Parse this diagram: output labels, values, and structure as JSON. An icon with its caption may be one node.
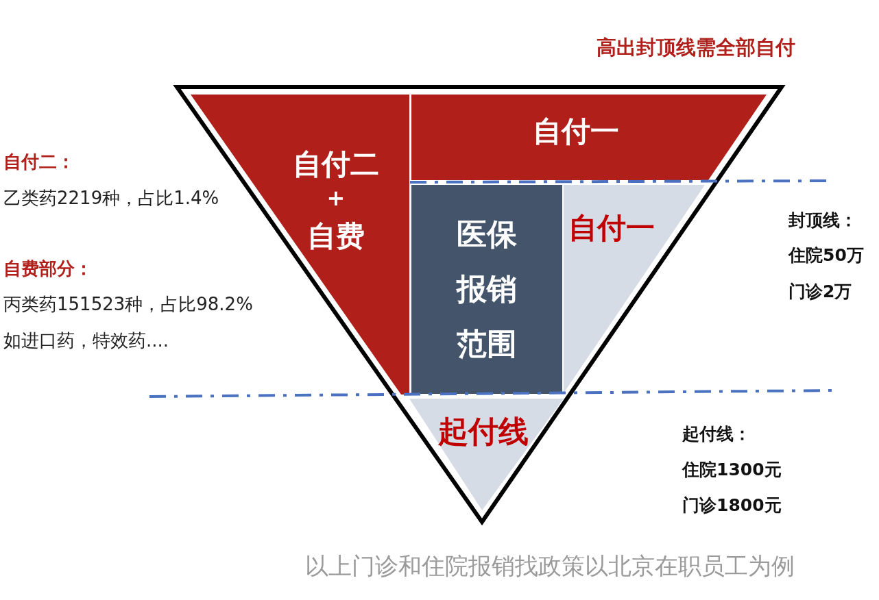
{
  "diagram": {
    "nodes": [
      {
        "text": [
          "自付二",
          "+",
          "自费"
        ]
      },
      {
        "text": [
          "自付一"
        ]
      },
      {
        "text": [
          "医保报销范围"
        ]
      },
      {
        "text": [
          "自付一"
        ]
      },
      {
        "text": [
          "起付线"
        ]
      }
    ],
    "labels": [
      "高出封顶线需全部自付",
      "自付二：",
      "乙类药2219种，占比1.4%",
      "自费部分：",
      "丙类药151523种，占比98.2%",
      "如进口药，特效药....",
      "封顶线：",
      "住院50万",
      "门诊2万",
      "起付线：",
      "住院1300元",
      "门诊1800元"
    ],
    "caption": "以上门诊和住院报销找政策以北京在职员工为例"
  }
}
